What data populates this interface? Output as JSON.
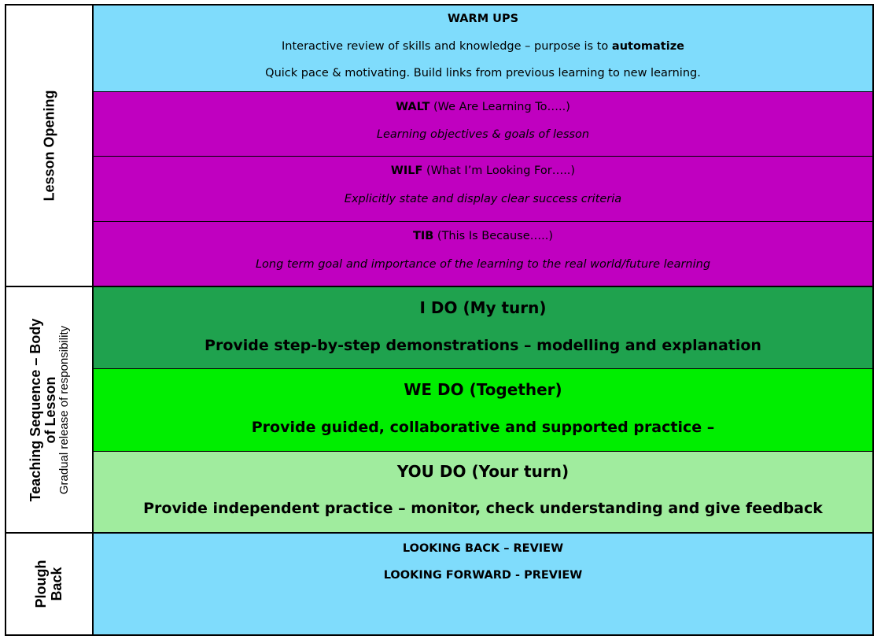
{
  "colors": {
    "light_blue": "#7fdcfc",
    "magenta": "#c000c0",
    "dark_green": "#1fa24e",
    "bright_green": "#00ee00",
    "pale_green": "#a0ec9e"
  },
  "sidebar": {
    "lesson_opening": "Lesson Opening",
    "teaching_line1": "Teaching Sequence – Body",
    "teaching_line2": "of Lesson",
    "teaching_sub": "Gradual release of responsibility",
    "plough_line1": "Plough",
    "plough_line2": "Back"
  },
  "warm_ups": {
    "title": "WARM UPS",
    "line1_text": "Interactive review of skills and knowledge – purpose is to ",
    "line1_bold": "automatize",
    "line2": "Quick pace & motivating. Build links from previous learning to new learning."
  },
  "walt": {
    "bold": "WALT",
    "rest": " (We Are Learning To…..)",
    "desc": "Learning objectives & goals of lesson"
  },
  "wilf": {
    "bold": "WILF",
    "rest": " (What I’m Looking For…..)",
    "desc": "Explicitly  state and display clear success criteria"
  },
  "tib": {
    "bold": "TIB",
    "rest": " (This Is Because…..)",
    "desc": "Long term goal and importance of the learning to the real world/future learning"
  },
  "i_do": {
    "title": "I DO (My turn)",
    "desc": "Provide step-by-step demonstrations – modelling and explanation"
  },
  "we_do": {
    "title": "WE DO (Together)",
    "desc": "Provide guided, collaborative and supported practice –"
  },
  "you_do": {
    "title": "YOU DO (Your turn)",
    "desc": "Provide independent practice – monitor, check understanding and give feedback"
  },
  "plough_back": {
    "line1": "LOOKING BACK – REVIEW",
    "line2": "LOOKING FORWARD - PREVIEW"
  }
}
